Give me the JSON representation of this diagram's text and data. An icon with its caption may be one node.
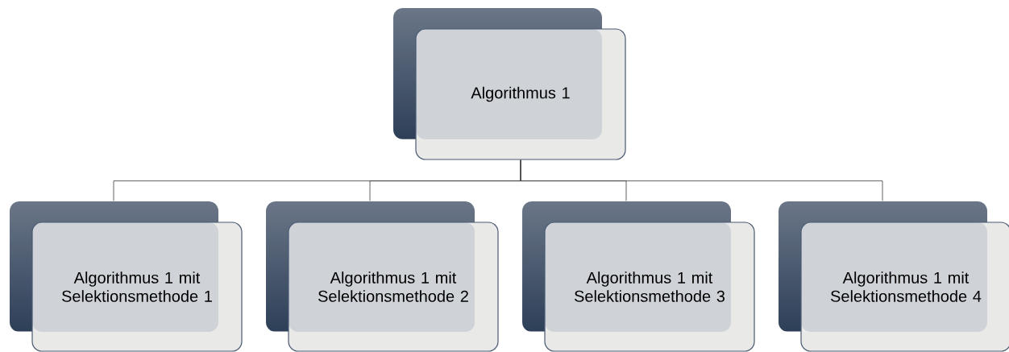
{
  "diagram": {
    "nodes": [
      {
        "text": [
          "Algorithmus 1"
        ]
      },
      {
        "text": [
          "Algorithmus 1 mit Selektionsmethode 1"
        ]
      },
      {
        "text": [
          "Algorithmus 1 mit Selektionsmethode 2"
        ]
      },
      {
        "text": [
          "Algorithmus 1 mit Selektionsmethode 3"
        ]
      },
      {
        "text": [
          "Algorithmus 1 mit Selektionsmethode 4"
        ]
      }
    ],
    "edges": [
      {
        "from": 0,
        "to": 1,
        "arrow": "none"
      },
      {
        "from": 0,
        "to": 2,
        "arrow": "none"
      },
      {
        "from": 0,
        "to": 3,
        "arrow": "none"
      },
      {
        "from": 0,
        "to": 4,
        "arrow": "none"
      }
    ]
  }
}
